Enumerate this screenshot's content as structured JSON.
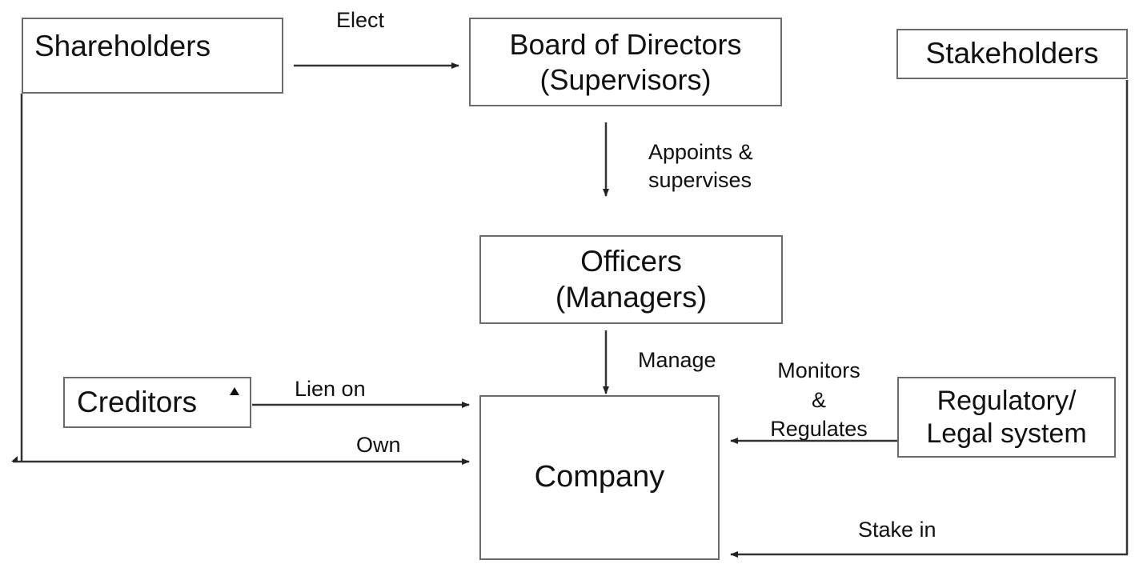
{
  "diagram": {
    "nodes": {
      "shareholders": {
        "label": "Shareholders"
      },
      "board": {
        "line1": "Board of Directors",
        "line2": "(Supervisors)"
      },
      "stakeholders": {
        "label": "Stakeholders"
      },
      "officers": {
        "line1": "Officers",
        "line2": "(Managers)"
      },
      "creditors": {
        "label": "Creditors"
      },
      "company": {
        "label": "Company"
      },
      "regulatory": {
        "line1": "Regulatory/",
        "line2": "Legal system"
      }
    },
    "edges": {
      "elect": "Elect",
      "appoints_line1": "Appoints &",
      "appoints_line2": "supervises",
      "manage": "Manage",
      "lien": "Lien on",
      "own": "Own",
      "monitors_line1": "Monitors",
      "monitors_line2": "&",
      "monitors_line3": "Regulates",
      "stake": "Stake in"
    }
  }
}
